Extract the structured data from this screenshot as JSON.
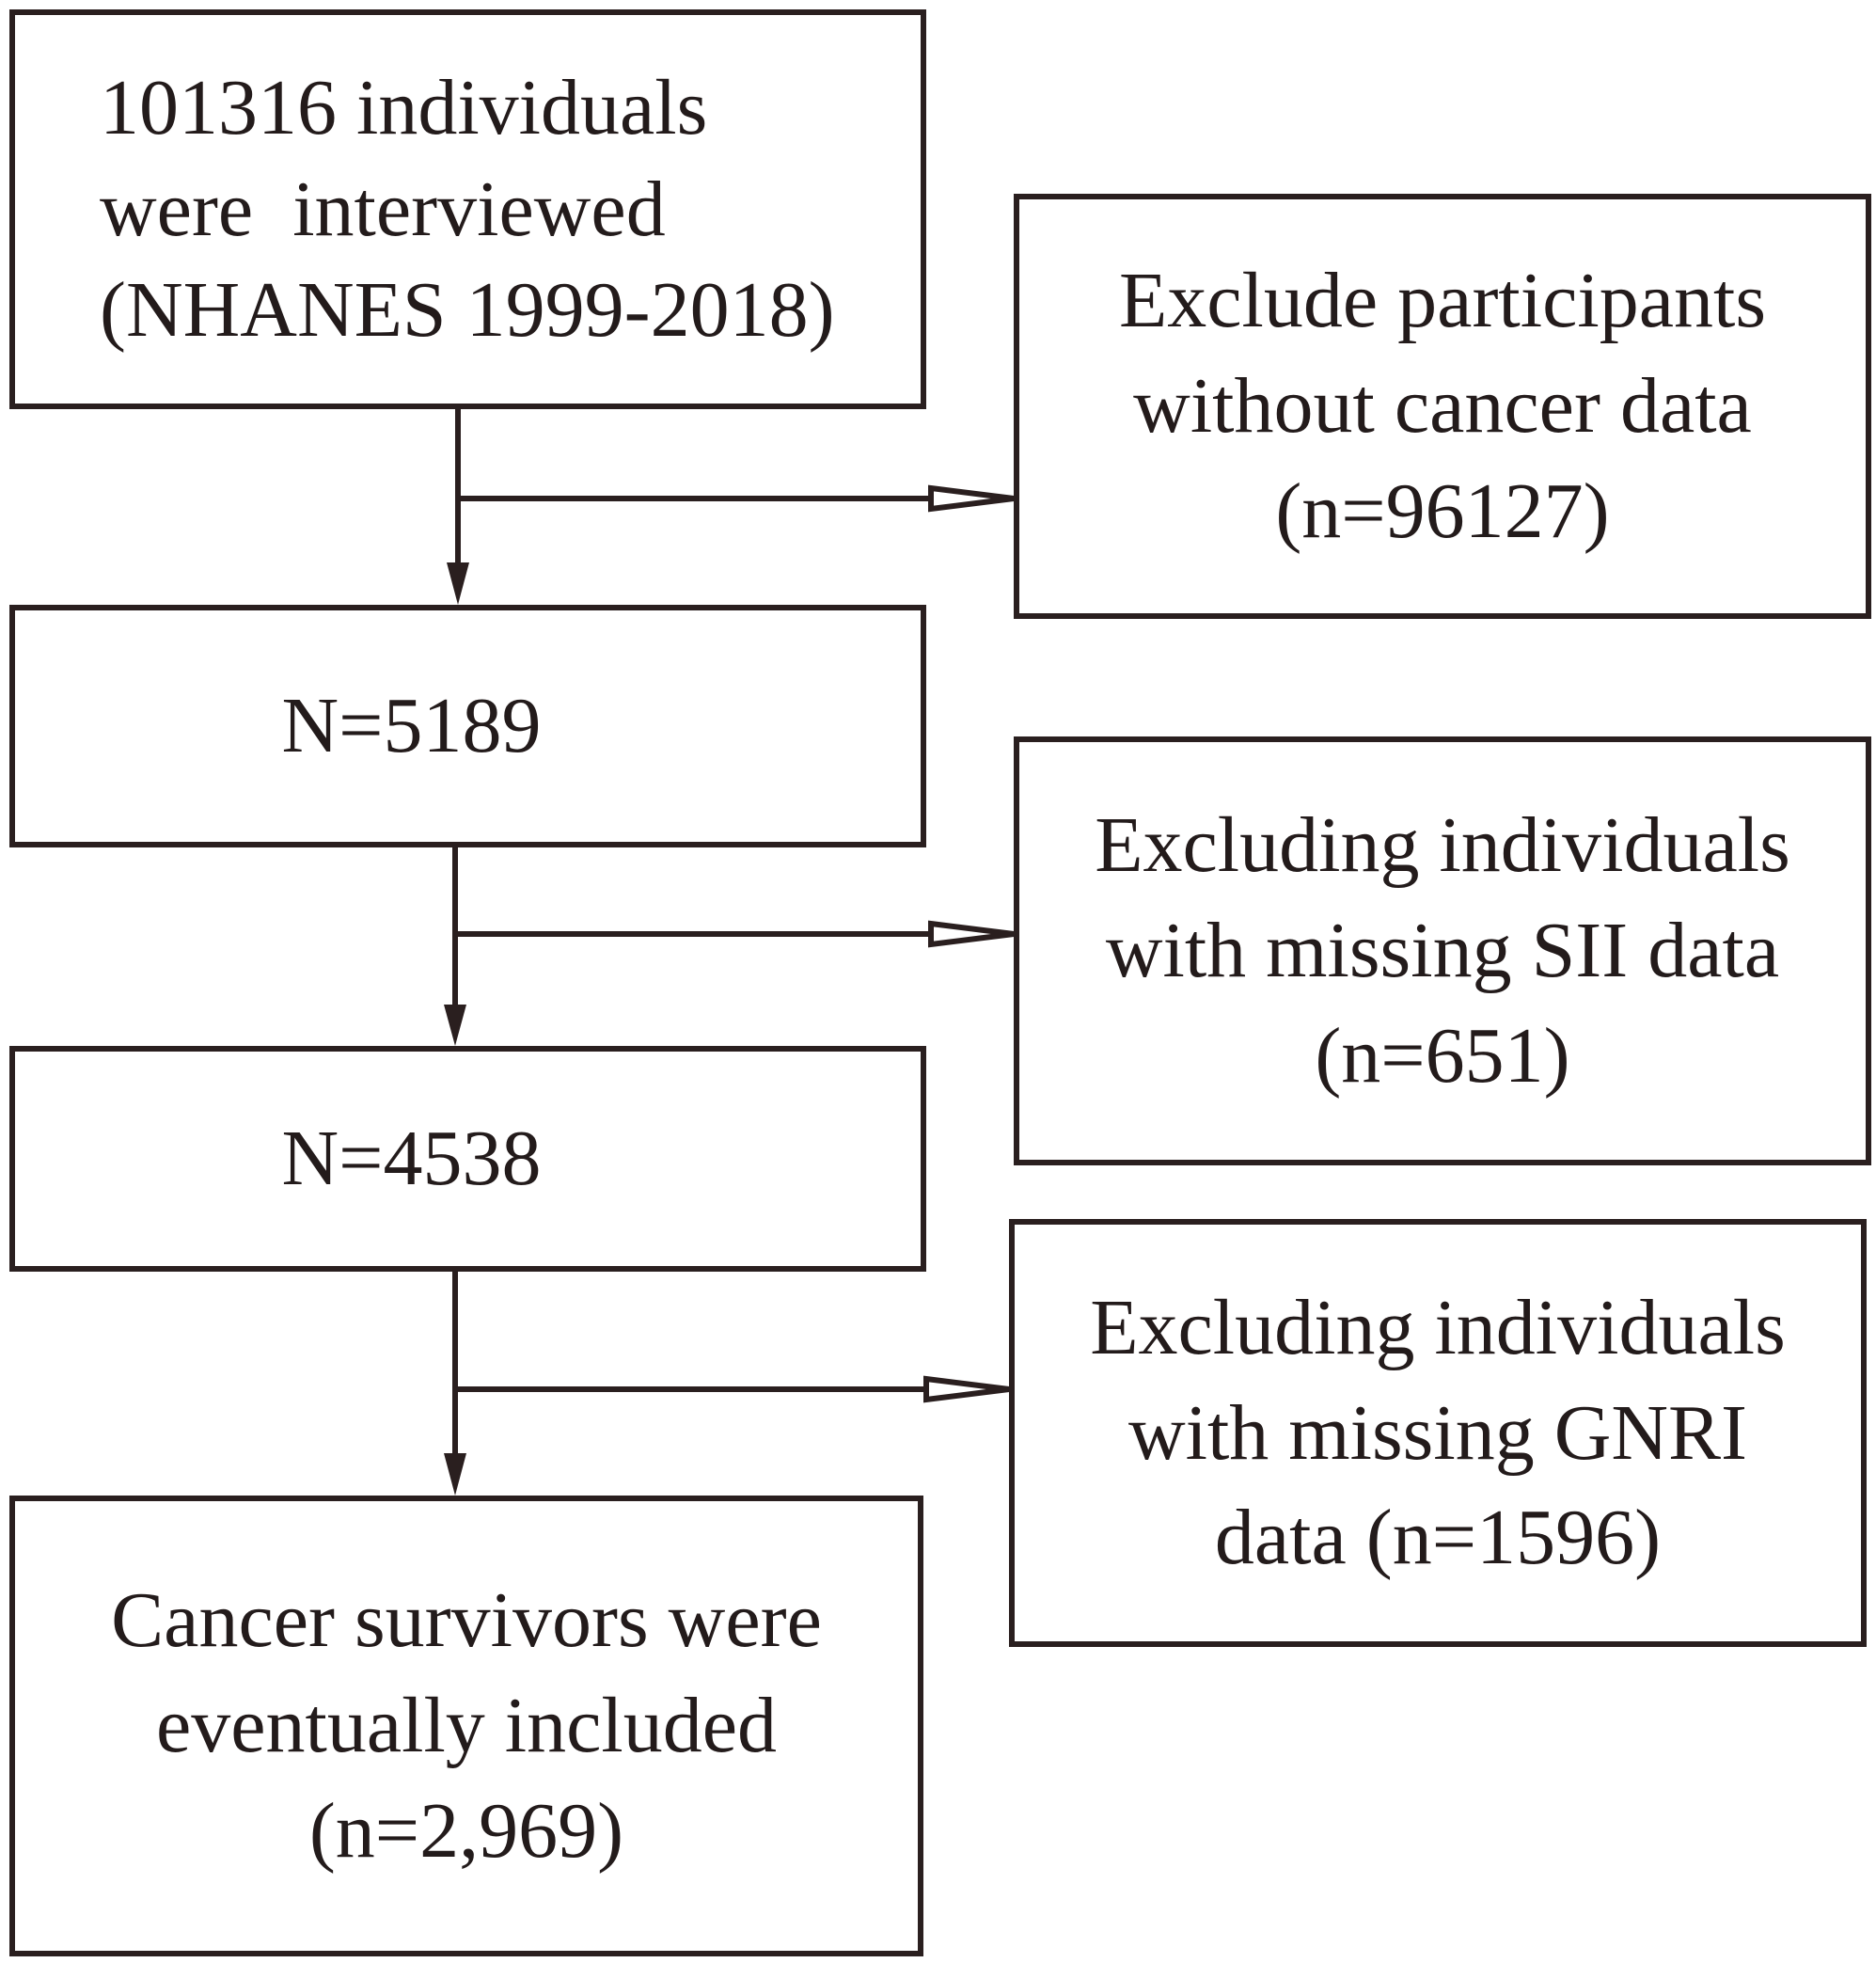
{
  "flowchart": {
    "start": {
      "lines": [
        "101316 individuals",
        "were  interviewed",
        "(NHANES 1999-2018)"
      ]
    },
    "exclusion_1": {
      "lines": [
        "Exclude participants",
        "without cancer data",
        "(n=96127)"
      ]
    },
    "step_1": {
      "lines": [
        "N=5189"
      ]
    },
    "exclusion_2": {
      "lines": [
        "Excluding individuals",
        "with missing SII data",
        "(n=651)"
      ]
    },
    "step_2": {
      "lines": [
        "N=4538"
      ]
    },
    "exclusion_3": {
      "lines": [
        "Excluding individuals",
        "with missing GNRI",
        "data (n=1596)"
      ]
    },
    "final": {
      "lines": [
        "Cancer survivors were",
        "eventually included",
        "(n=2,969)"
      ]
    }
  },
  "colors": {
    "line": "#2a1f1f",
    "text": "#231b1b",
    "background": "#ffffff"
  }
}
